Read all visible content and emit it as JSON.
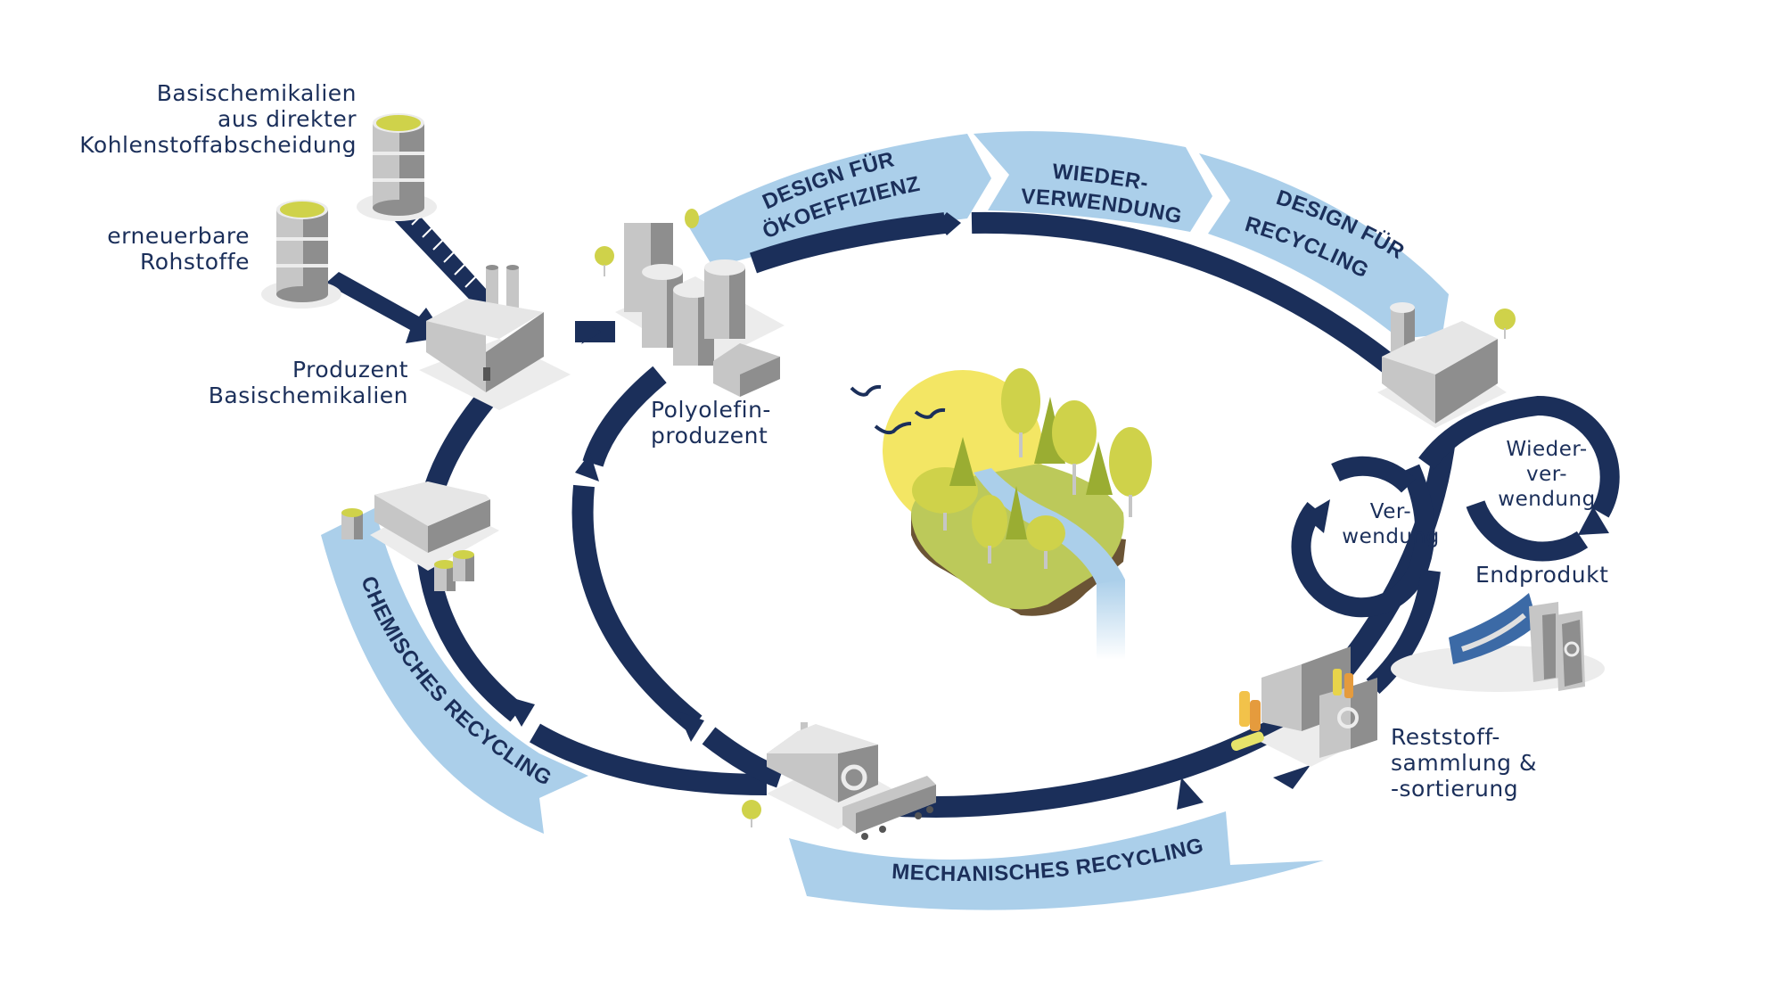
{
  "title": "Kreislaufwirtschaft Polyolefine",
  "colors": {
    "navy": "#1b2f5a",
    "light_blue": "#abcfea",
    "yellow_green": "#cfd24a",
    "sun": "#f3e664",
    "grass": "#bcc95a",
    "soil": "#6b5435",
    "building_light": "#e8e8e8",
    "building_mid": "#c6c6c6",
    "building_dark": "#8e8e8e",
    "car_blue": "#3c6aa6"
  },
  "sources": {
    "dac": [
      "Basischemikalien",
      "aus direkter",
      "Kohlenstoffabscheidung"
    ],
    "renewable": [
      "erneuerbare",
      "Rohstoffe"
    ]
  },
  "stations": {
    "base_chem_producer": [
      "Produzent",
      "Basischemikalien"
    ],
    "polyolefin_producer": [
      "Polyolefin-",
      "produzent"
    ],
    "end_product": "Endprodukt",
    "collection": [
      "Reststoff-",
      "sammlung &",
      "-sortierung"
    ]
  },
  "loops": {
    "use": [
      "Ver-",
      "wendung"
    ],
    "reuse": [
      "Wieder-",
      "ver-",
      "wendung"
    ]
  },
  "bands": {
    "design_eco": [
      "DESIGN FÜR",
      "ÖKOEFFIZIENZ"
    ],
    "reuse": [
      "WIEDER-",
      "VERWENDUNG"
    ],
    "design_recycling": [
      "DESIGN FÜR",
      "RECYCLING"
    ],
    "chemical_recycling": "CHEMISCHES RECYCLING",
    "mechanical_recycling": "MECHANISCHES RECYCLING"
  }
}
